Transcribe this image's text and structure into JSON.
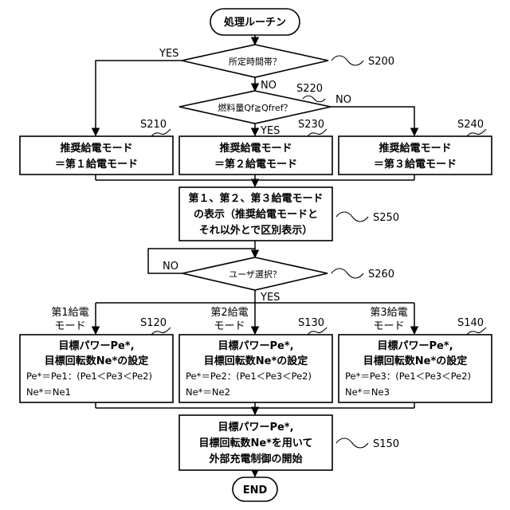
{
  "terminals": {
    "start": "処理ルーチン",
    "end": "END"
  },
  "decisions": {
    "time_zone": "所定時間帯？",
    "fuel": "燃料量Qf≧Qfref？",
    "user_select": "ユーザ選択？"
  },
  "boxes": {
    "mode1": [
      "推奨給電モード",
      "＝第１給電モード"
    ],
    "mode2": [
      "推奨給電モード",
      "＝第２給電モード"
    ],
    "mode3": [
      "推奨給電モード",
      "＝第３給電モード"
    ],
    "display": [
      "第１、第２、第３給電モード",
      "の表示（推奨給電モードと",
      "それ以外とで区別表示）"
    ],
    "target1": [
      "目標パワーPe*,",
      "目標回転数Ne*の設定",
      "Pe*＝Pe1：(Pe1＜Pe3＜Pe2)",
      "Ne*＝Ne1"
    ],
    "target2": [
      "目標パワーPe*,",
      "目標回転数Ne*の設定",
      "Pe*＝Pe2：(Pe1＜Pe3＜Pe2)",
      "Ne*＝Ne2"
    ],
    "target3": [
      "目標パワーPe*,",
      "目標回転数Ne*の設定",
      "Pe*＝Pe3：(Pe1＜Pe3＜Pe2)",
      "Ne*＝Ne3"
    ],
    "control": [
      "目標パワーPe*,",
      "目標回転数Ne*を用いて",
      "外部充電制御の開始"
    ]
  },
  "steps": {
    "s200": "S200",
    "s210": "S210",
    "s220": "S220",
    "s230": "S230",
    "s240": "S240",
    "s250": "S250",
    "s260": "S260",
    "s120": "S120",
    "s130": "S130",
    "s140": "S140",
    "s150": "S150"
  },
  "branch_labels": {
    "s200_yes": "YES",
    "s200_no": "NO",
    "s220_yes": "YES",
    "s220_no": "NO",
    "s260_yes": "YES",
    "s260_no": "NO"
  },
  "mode_labels": {
    "mode1": [
      "第1給電",
      "モード"
    ],
    "mode2": [
      "第2給電",
      "モード"
    ],
    "mode3": [
      "第3給電",
      "モード"
    ]
  }
}
